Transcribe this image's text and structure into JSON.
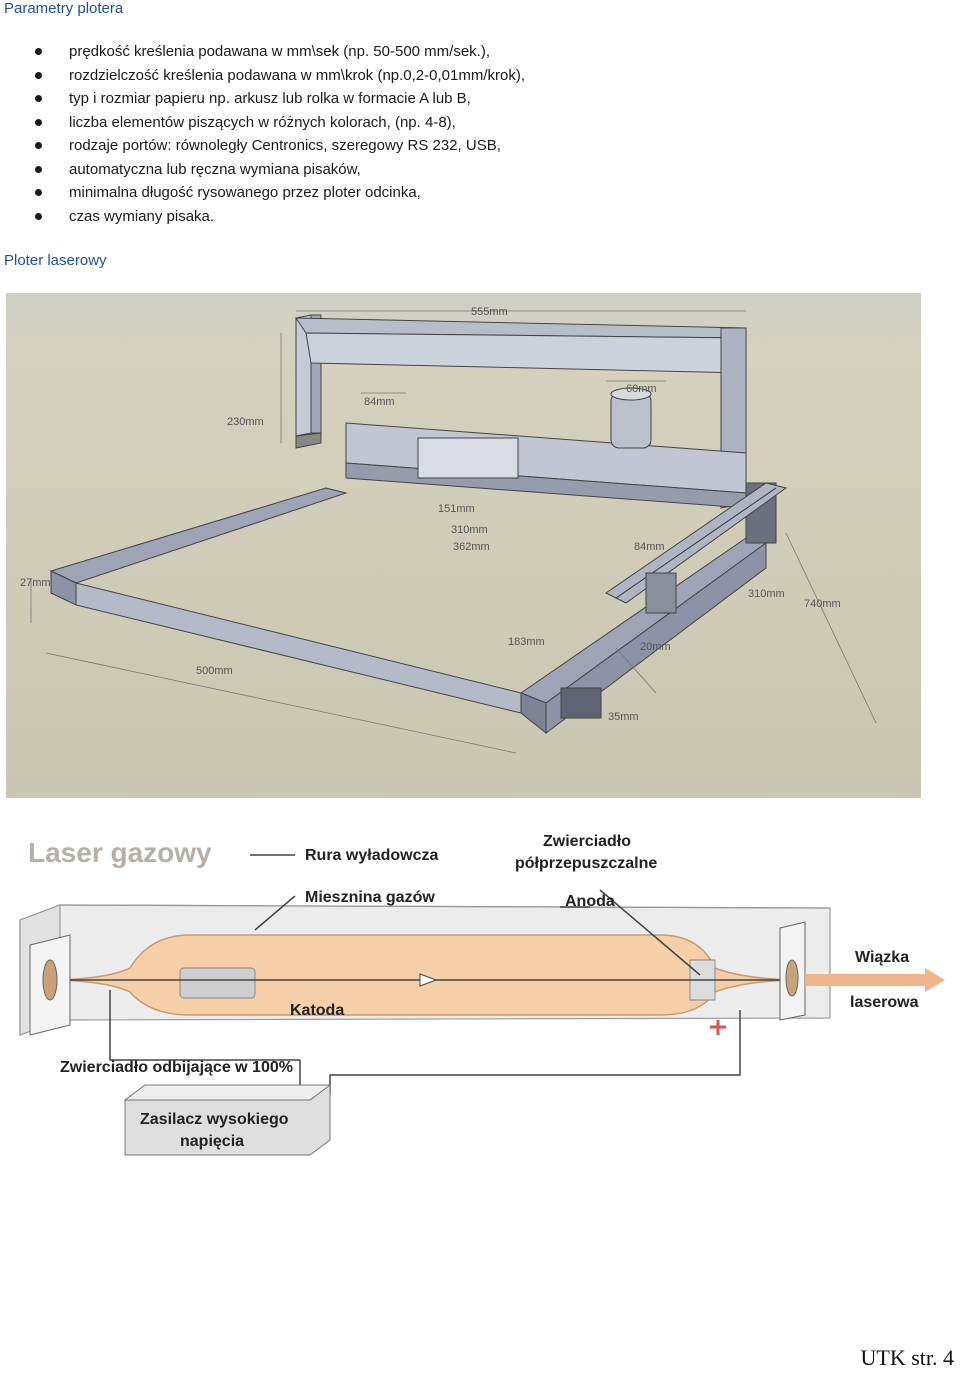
{
  "headings": {
    "params": "Parametry plotera",
    "laser_plotter": "Ploter laserowy"
  },
  "bullets": [
    "prędkość kreślenia podawana w mm\\sek (np. 50-500 mm/sek.),",
    "rozdzielczość kreślenia podawana w mm\\krok (np.0,2-0,01mm/krok),",
    "typ i rozmiar papieru np. arkusz lub rolka w formacie A lub B,",
    "liczba elementów piszących w różnych kolorach, (np. 4-8),",
    "rodzaje portów: równoległy Centronics, szeregowy RS 232, USB,",
    "automatyczna lub ręczna wymiana pisaków,",
    "minimalna długość rysowanego przez ploter odcinka,",
    "czas wymiany pisaka."
  ],
  "plotter_dims": {
    "d555": "555mm",
    "d230": "230mm",
    "d84a": "84mm",
    "d60": "60mm",
    "d151": "151mm",
    "d310a": "310mm",
    "d362": "362mm",
    "d84b": "84mm",
    "d27": "27mm",
    "d310b": "310mm",
    "d740": "740mm",
    "d183": "183mm",
    "d20": "20mm",
    "d500": "500mm",
    "d35": "35mm"
  },
  "laser_labels": {
    "title": "Laser gazowy",
    "tube": "Rura wyładowcza",
    "gas": "Miesznina gazów",
    "mirror_semi": "Zwierciadło",
    "mirror_semi2": "półprzepuszczalne",
    "anode": "Anoda",
    "beam1": "Wiązka",
    "beam2": "laserowa",
    "cathode": "Katoda",
    "mirror_full": "Zwierciadło odbijające w 100%",
    "psu1": "Zasilacz wysokiego",
    "psu2": "napięcia"
  },
  "footer": "UTK str. 4"
}
